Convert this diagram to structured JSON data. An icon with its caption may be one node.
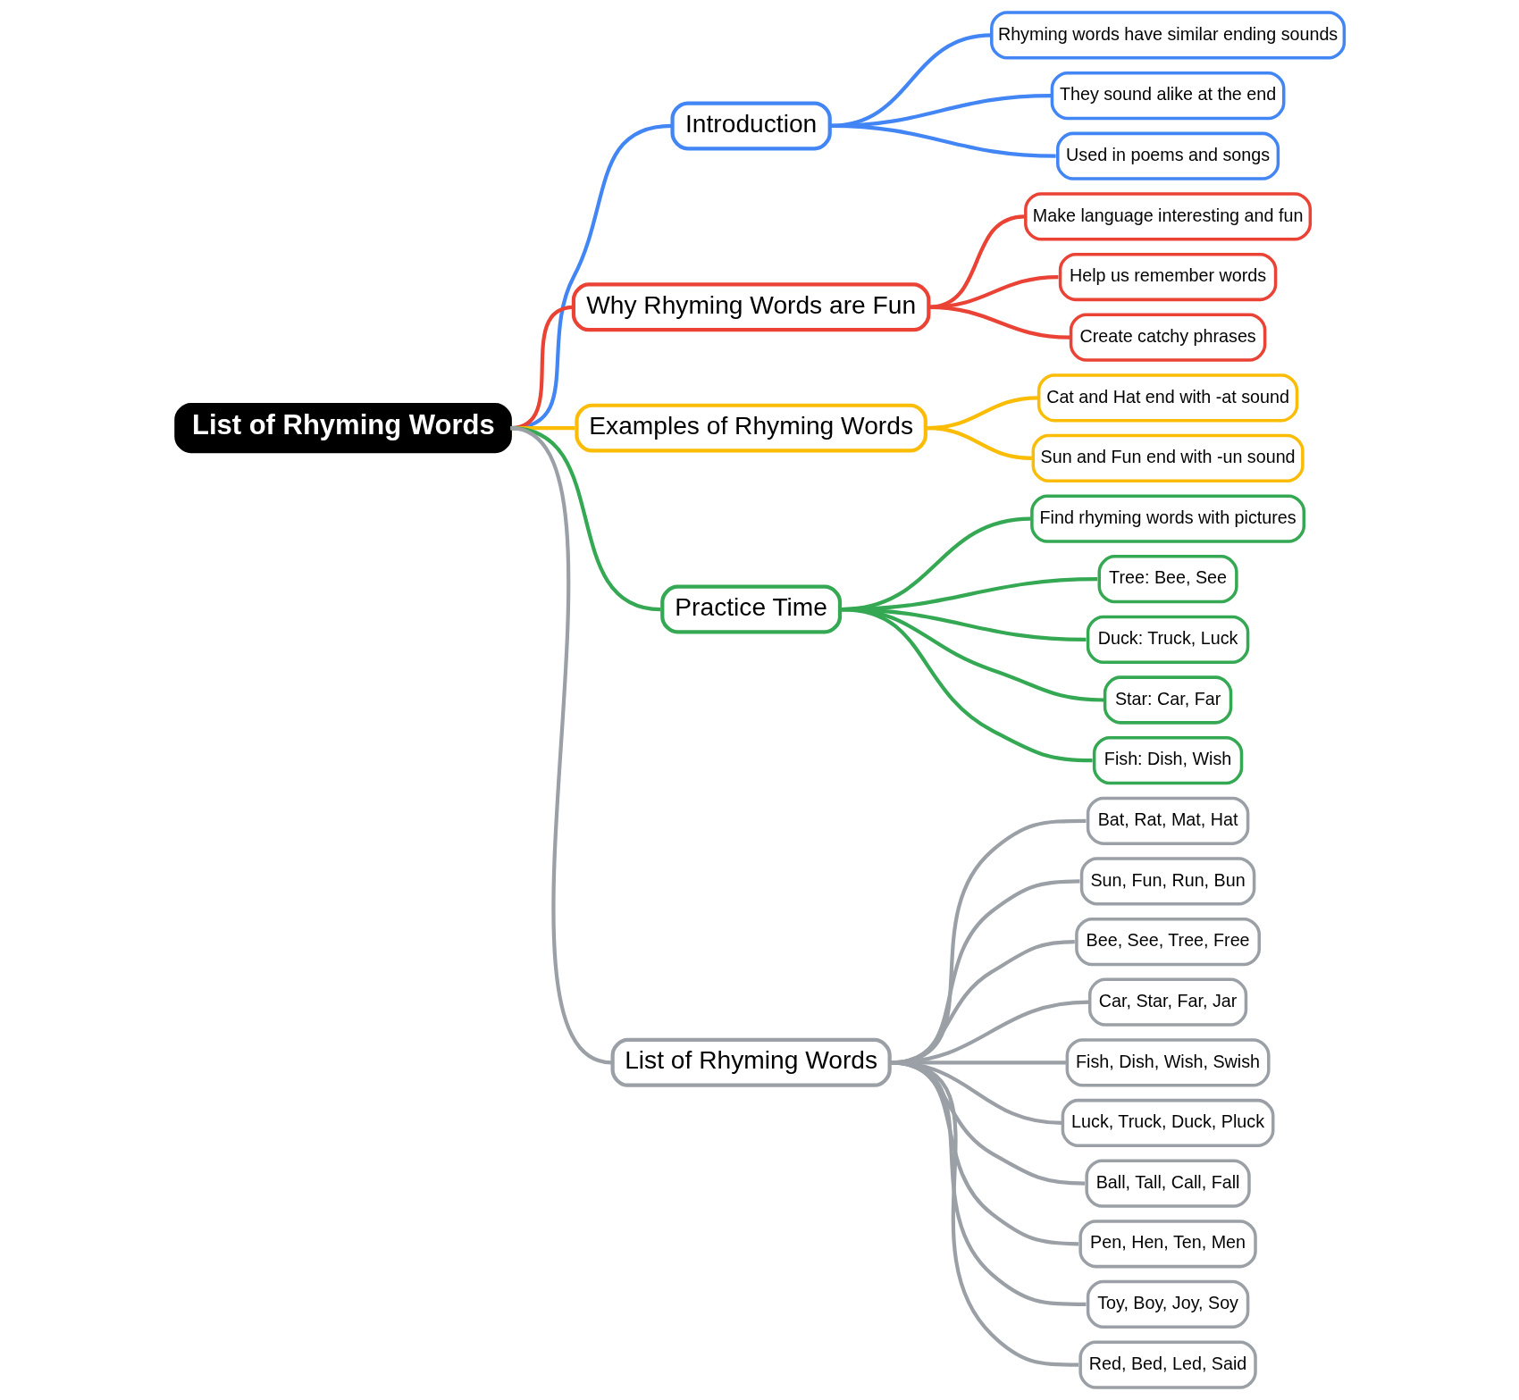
{
  "diagram": {
    "nodes": [
      {
        "text": [
          "List of Rhyming Words"
        ]
      },
      {
        "text": [
          "Introduction"
        ]
      },
      {
        "text": [
          "Rhyming words have similar ending sounds"
        ]
      },
      {
        "text": [
          "They sound alike at the end"
        ]
      },
      {
        "text": [
          "Used in poems and songs"
        ]
      },
      {
        "text": [
          "Why Rhyming Words are Fun"
        ]
      },
      {
        "text": [
          "Make language interesting and fun"
        ]
      },
      {
        "text": [
          "Help us remember words"
        ]
      },
      {
        "text": [
          "Create catchy phrases"
        ]
      },
      {
        "text": [
          "Examples of Rhyming Words"
        ]
      },
      {
        "text": [
          "Cat and Hat end with -at sound"
        ]
      },
      {
        "text": [
          "Sun and Fun end with -un sound"
        ]
      },
      {
        "text": [
          "Practice Time"
        ]
      },
      {
        "text": [
          "Find rhyming words with pictures"
        ]
      },
      {
        "text": [
          "Tree: Bee, See"
        ]
      },
      {
        "text": [
          "Duck: Truck, Luck"
        ]
      },
      {
        "text": [
          "Star: Car, Far"
        ]
      },
      {
        "text": [
          "Fish: Dish, Wish"
        ]
      },
      {
        "text": [
          "List of Rhyming Words"
        ]
      },
      {
        "text": [
          "Bat, Rat, Mat, Hat"
        ]
      },
      {
        "text": [
          "Sun, Fun, Run, Bun"
        ]
      },
      {
        "text": [
          "Bee, See, Tree, Free"
        ]
      },
      {
        "text": [
          "Car, Star, Far, Jar"
        ]
      },
      {
        "text": [
          "Fish, Dish, Wish, Swish"
        ]
      },
      {
        "text": [
          "Luck, Truck, Duck, Pluck"
        ]
      },
      {
        "text": [
          "Ball, Tall, Call, Fall"
        ]
      },
      {
        "text": [
          "Pen, Hen, Ten, Men"
        ]
      },
      {
        "text": [
          "Toy, Boy, Joy, Soy"
        ]
      },
      {
        "text": [
          "Red, Bed, Led, Said"
        ]
      }
    ],
    "edges": [
      {
        "from": 0,
        "to": 1,
        "arrow": "none",
        "color": "#4285f4"
      },
      {
        "from": 1,
        "to": 2,
        "arrow": "none",
        "color": "#4285f4"
      },
      {
        "from": 1,
        "to": 3,
        "arrow": "none",
        "color": "#4285f4"
      },
      {
        "from": 1,
        "to": 4,
        "arrow": "none",
        "color": "#4285f4"
      },
      {
        "from": 0,
        "to": 5,
        "arrow": "none",
        "color": "#ea4335"
      },
      {
        "from": 5,
        "to": 6,
        "arrow": "none",
        "color": "#ea4335"
      },
      {
        "from": 5,
        "to": 7,
        "arrow": "none",
        "color": "#ea4335"
      },
      {
        "from": 5,
        "to": 8,
        "arrow": "none",
        "color": "#ea4335"
      },
      {
        "from": 0,
        "to": 9,
        "arrow": "none",
        "color": "#fbbc05"
      },
      {
        "from": 9,
        "to": 10,
        "arrow": "none",
        "color": "#fbbc05"
      },
      {
        "from": 9,
        "to": 11,
        "arrow": "none",
        "color": "#fbbc05"
      },
      {
        "from": 0,
        "to": 12,
        "arrow": "none",
        "color": "#34a853"
      },
      {
        "from": 12,
        "to": 13,
        "arrow": "none",
        "color": "#34a853"
      },
      {
        "from": 12,
        "to": 14,
        "arrow": "none",
        "color": "#34a853"
      },
      {
        "from": 12,
        "to": 15,
        "arrow": "none",
        "color": "#34a853"
      },
      {
        "from": 12,
        "to": 16,
        "arrow": "none",
        "color": "#34a853"
      },
      {
        "from": 12,
        "to": 17,
        "arrow": "none",
        "color": "#34a853"
      },
      {
        "from": 0,
        "to": 18,
        "arrow": "none"
      },
      {
        "from": 18,
        "to": 19,
        "arrow": "none"
      },
      {
        "from": 18,
        "to": 20,
        "arrow": "none"
      },
      {
        "from": 18,
        "to": 21,
        "arrow": "none"
      },
      {
        "from": 18,
        "to": 22,
        "arrow": "none"
      },
      {
        "from": 18,
        "to": 23,
        "arrow": "none"
      },
      {
        "from": 18,
        "to": 24,
        "arrow": "none"
      },
      {
        "from": 18,
        "to": 25,
        "arrow": "none"
      },
      {
        "from": 18,
        "to": 26,
        "arrow": "none"
      },
      {
        "from": 18,
        "to": 27,
        "arrow": "none"
      },
      {
        "from": 18,
        "to": 28,
        "arrow": "none"
      }
    ]
  }
}
